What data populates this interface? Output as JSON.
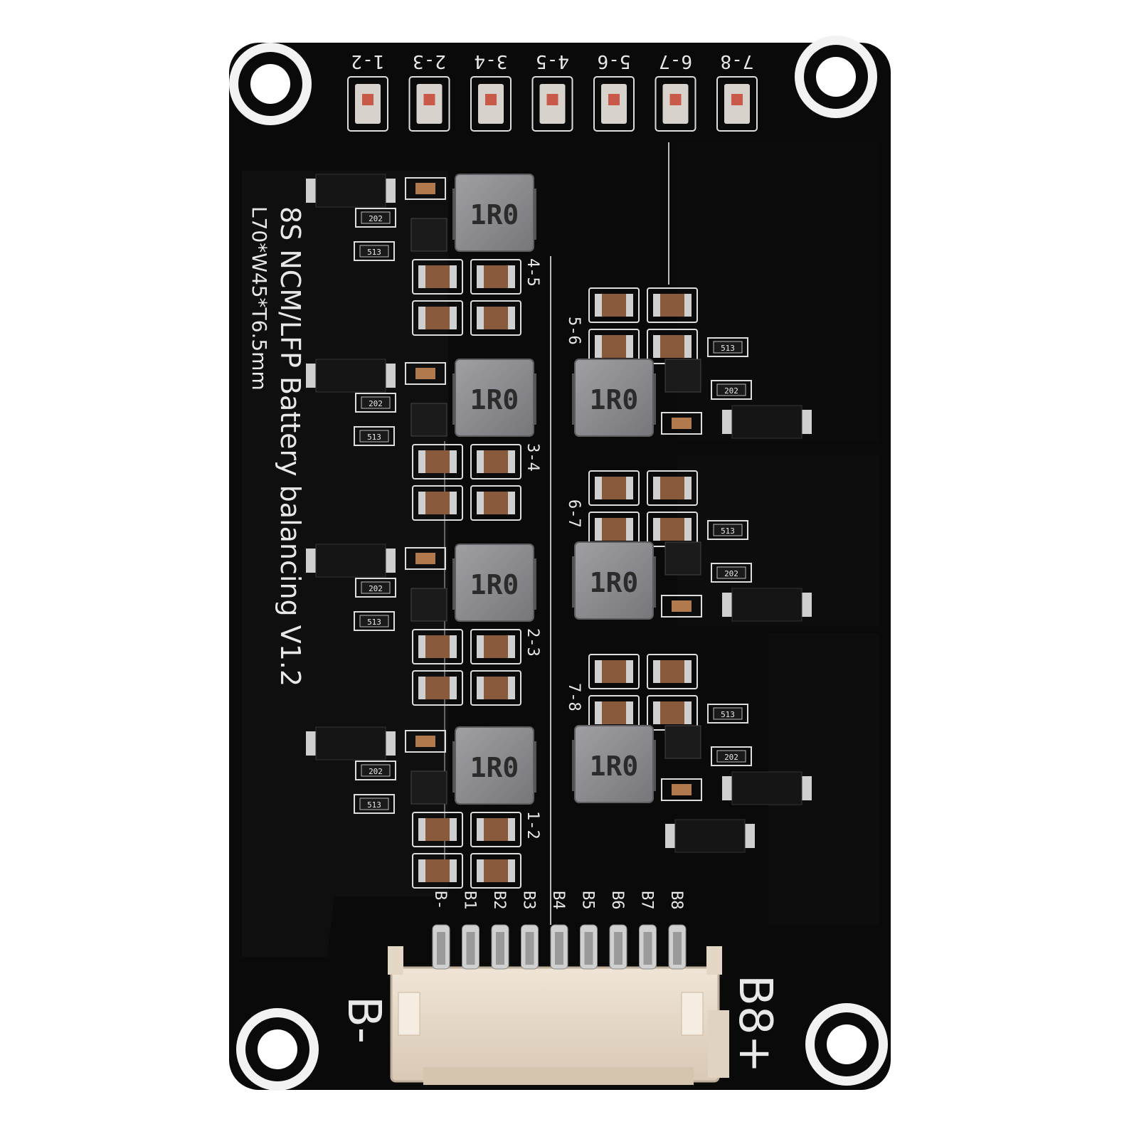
{
  "board": {
    "title_line1": "8S NCM/LFP Battery balancing V1.2",
    "title_line2": "L70*W45*T6.5mm",
    "polarity_neg": "B-",
    "polarity_pos": "B8+",
    "colors": {
      "pcb": "#0a0a0a",
      "inductor": "#8c8a8e",
      "capacitor": "#8a5a3c",
      "pad": "#c9c9c9",
      "connector": "#e9dccb"
    }
  },
  "led_labels": [
    "1-2",
    "2-3",
    "3-4",
    "4-5",
    "5-6",
    "6-7",
    "7-8"
  ],
  "inductor_marking": "1R0",
  "inductors_left": [
    {
      "pair": "4-5"
    },
    {
      "pair": "3-4"
    },
    {
      "pair": "2-3"
    },
    {
      "pair": "1-2"
    }
  ],
  "inductors_right": [
    {
      "pair": "5-6"
    },
    {
      "pair": "6-7"
    },
    {
      "pair": "7-8"
    }
  ],
  "connector_pins": [
    "B-",
    "B1",
    "B2",
    "B3",
    "B4",
    "B5",
    "B6",
    "B7",
    "B8"
  ],
  "resistor_markings": {
    "a": "202",
    "b": "513"
  }
}
